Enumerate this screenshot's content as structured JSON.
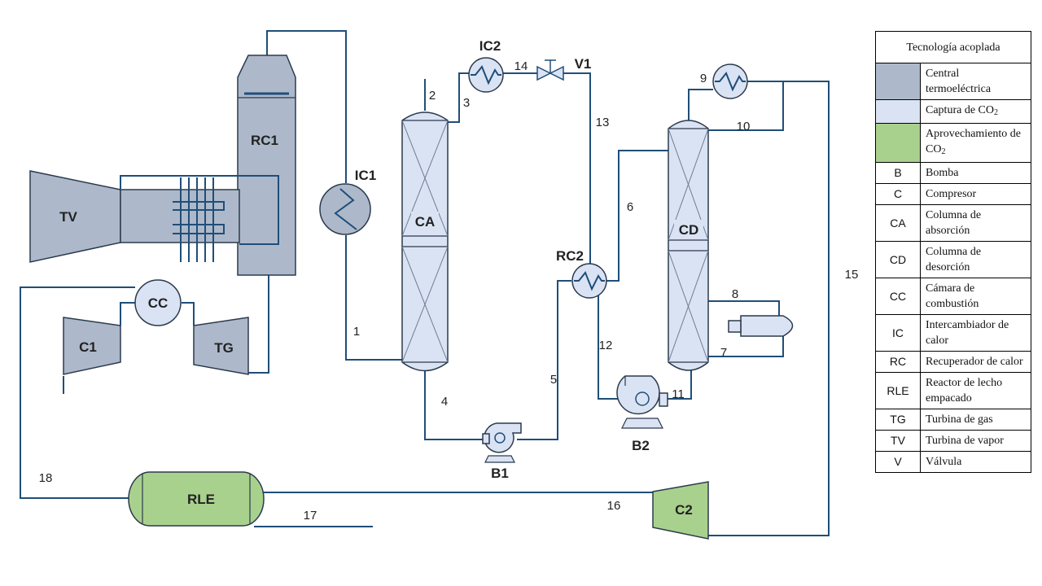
{
  "units": {
    "TV": "TV",
    "RC1": "RC1",
    "IC1": "IC1",
    "IC2": "IC2",
    "V1": "V1",
    "CA": "CA",
    "CD": "CD",
    "RC2": "RC2",
    "B1": "B1",
    "B2": "B2",
    "CC": "CC",
    "C1": "C1",
    "TG": "TG",
    "RLE": "RLE",
    "C2": "C2"
  },
  "streams": [
    "1",
    "2",
    "3",
    "4",
    "5",
    "6",
    "7",
    "8",
    "9",
    "10",
    "11",
    "12",
    "13",
    "14",
    "15",
    "16",
    "17",
    "18"
  ],
  "colors": {
    "central": "#adb9ca",
    "captura": "#dae3f3",
    "aprovechamiento": "#a9d18e",
    "pipe": "#1f4e79"
  },
  "legend": {
    "title": "Tecnología acoplada",
    "colored": [
      {
        "text": "Central termoeléctrica",
        "color": "#adb9ca"
      },
      {
        "text": "Captura de CO",
        "sub": "2",
        "color": "#dae3f3"
      },
      {
        "text": "Aprovechamiento de CO",
        "sub": "2",
        "color": "#a9d18e"
      }
    ],
    "codes": [
      {
        "code": "B",
        "desc": "Bomba"
      },
      {
        "code": "C",
        "desc": "Compresor"
      },
      {
        "code": "CA",
        "desc": "Columna de absorción"
      },
      {
        "code": "CD",
        "desc": "Columna de desorción"
      },
      {
        "code": "CC",
        "desc": "Cámara de combustión"
      },
      {
        "code": "IC",
        "desc": "Intercambiador de calor"
      },
      {
        "code": "RC",
        "desc": "Recuperador de calor"
      },
      {
        "code": "RLE",
        "desc": "Reactor de lecho empacado"
      },
      {
        "code": "TG",
        "desc": "Turbina de gas"
      },
      {
        "code": "TV",
        "desc": "Turbina de vapor"
      },
      {
        "code": "V",
        "desc": "Válvula"
      }
    ]
  }
}
